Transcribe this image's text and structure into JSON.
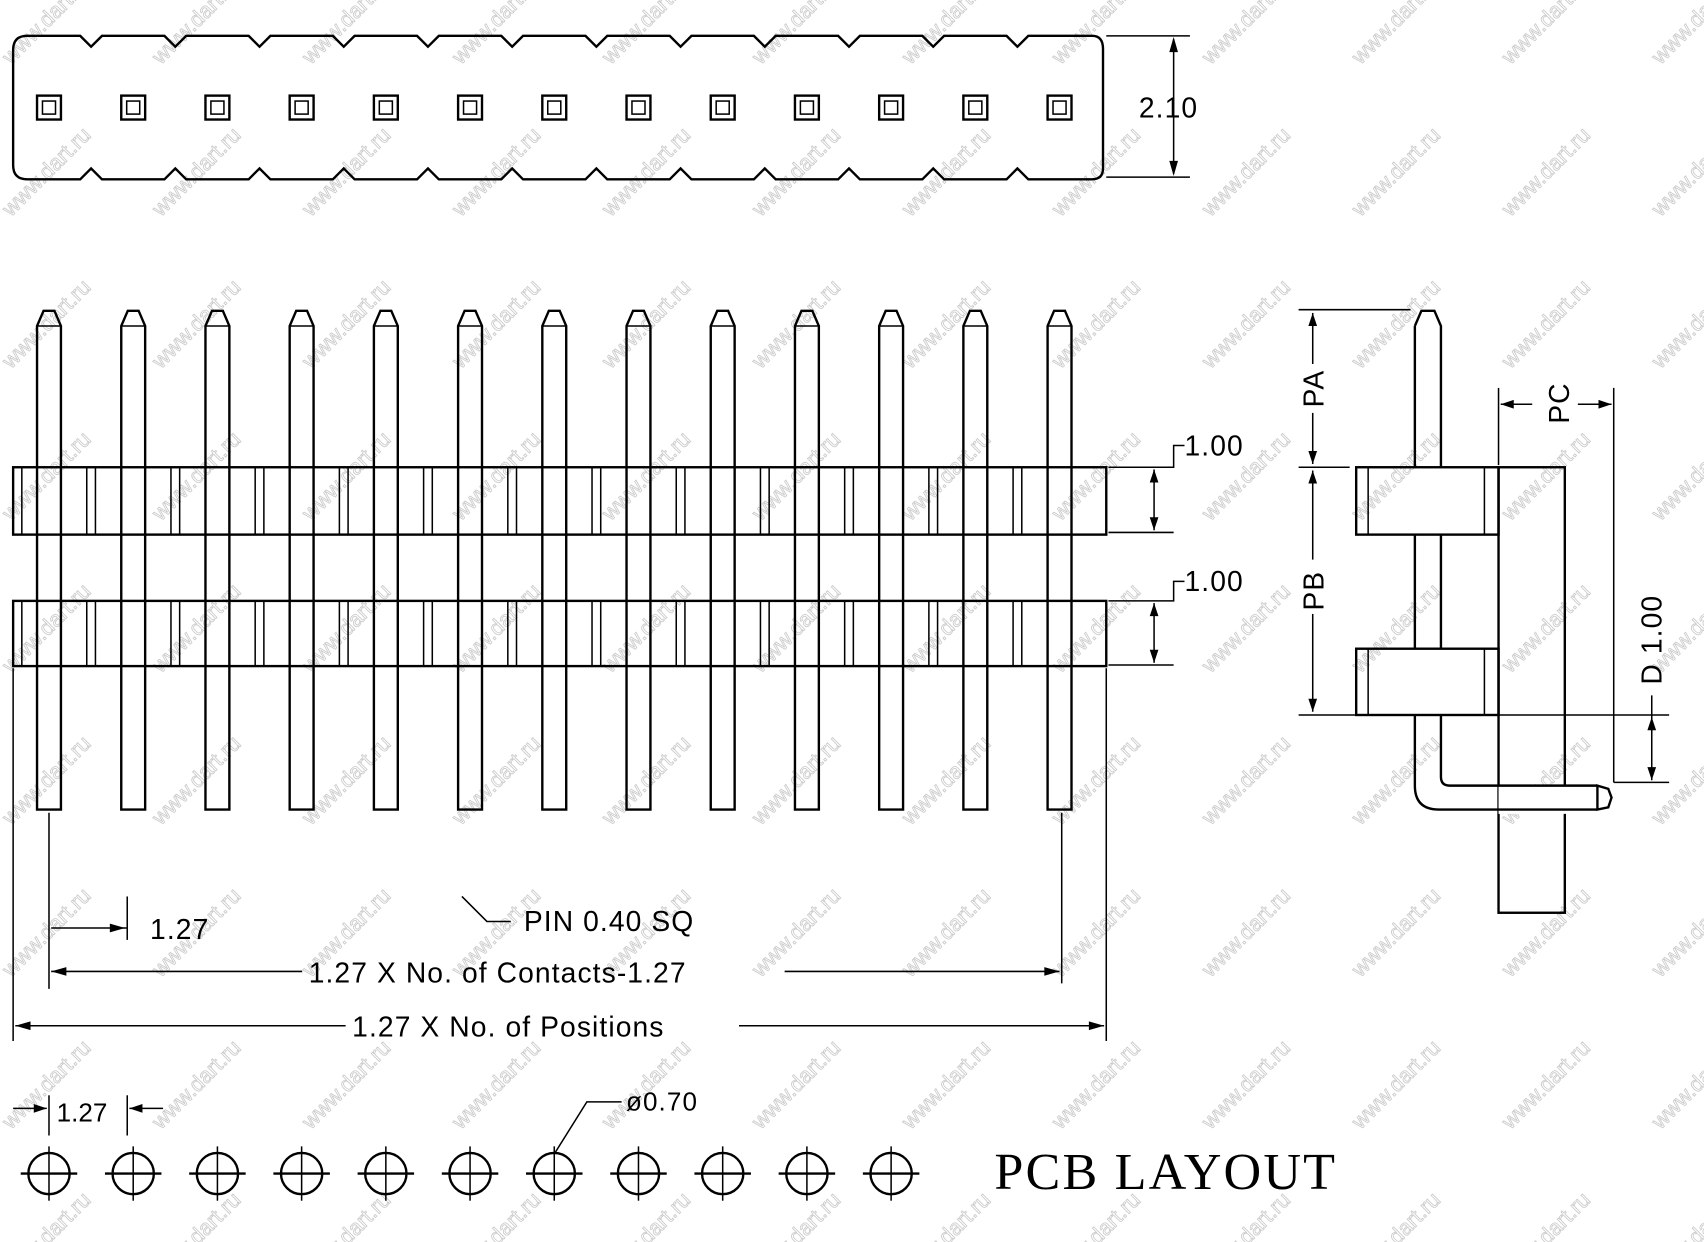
{
  "drawing": {
    "watermark": "www.dart.ru",
    "pin_count": 13,
    "pcb_hole_count": 11,
    "top_view": {
      "height_dim": "2.10"
    },
    "front_view": {
      "housing_dim_upper": "1.00",
      "housing_dim_lower": "1.00",
      "pitch_dim": "1.27",
      "pin_note": "PIN 0.40 SQ",
      "contacts_dim": "1.27 X No. of Contacts-1.27",
      "positions_dim": "1.27 X No. of Positions"
    },
    "side_view": {
      "pa_label": "PA",
      "pb_label": "PB",
      "pc_label": "PC",
      "d_label": "D 1.00"
    },
    "pcb_layout": {
      "pitch_dim": "1.27",
      "hole_dim": "ø0.70",
      "title": "PCB LAYOUT"
    }
  }
}
